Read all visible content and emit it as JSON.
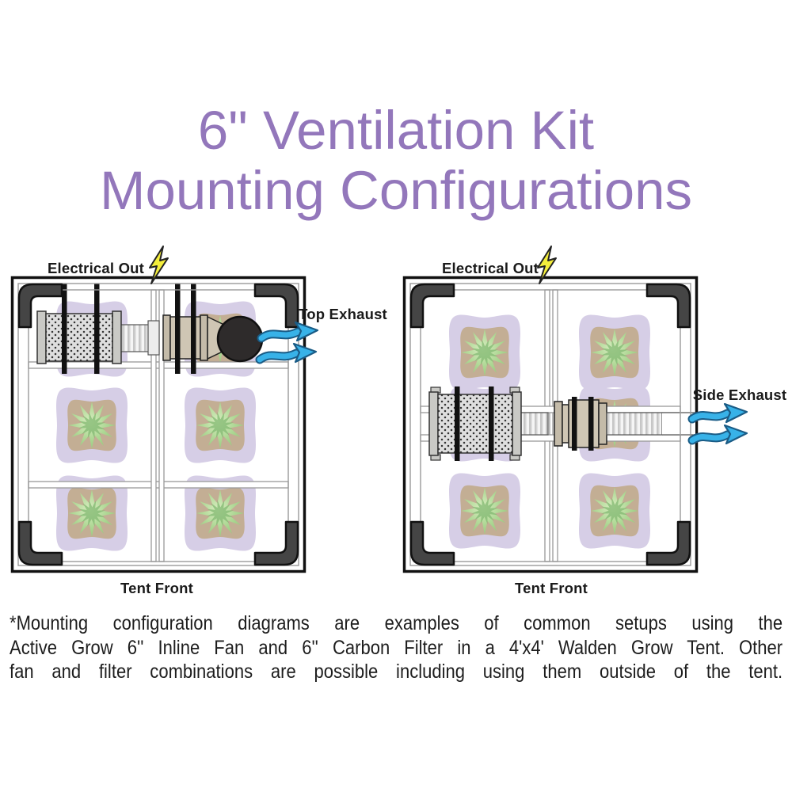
{
  "title": {
    "line1": "6\" Ventilation Kit",
    "line2": "Mounting Configurations",
    "color": "#9377bb"
  },
  "diagrams": [
    {
      "name": "top-exhaust-configuration",
      "electrical_label": "Electrical Out",
      "exhaust_label": "Top Exhaust",
      "front_label": "Tent Front",
      "plants_count": 6,
      "components": [
        "carbon-filter",
        "flex-duct",
        "inline-fan",
        "top-exhaust-port"
      ]
    },
    {
      "name": "side-exhaust-configuration",
      "electrical_label": "Electrical Out",
      "exhaust_label": "Side Exhaust",
      "front_label": "Tent Front",
      "plants_count": 6,
      "components": [
        "carbon-filter",
        "flex-duct",
        "inline-fan",
        "side-exhaust-duct"
      ]
    }
  ],
  "footnote": {
    "lines": [
      "*Mounting configuration diagrams are examples of common setups using the",
      "Active Grow 6'' Inline Fan and 6'' Carbon Filter in a 4'x4' Walden Grow Tent. Other",
      "fan and filter combinations are possible including using them outside of the tent."
    ]
  },
  "icons": {
    "electrical": "lightning-bolt-icon",
    "airflow": "exhaust-arrow-icon"
  },
  "colors": {
    "title_purple": "#9377bb",
    "arrow_fill": "#38b2e8",
    "arrow_outline": "#1a5c86",
    "bolt_fill": "#f4ee3c",
    "pot_fabric": "#cdc2e0",
    "soil": "#b59b7a",
    "leaf": "#7fbf60",
    "fan_body": "#cfc6b4",
    "filter_gray": "#dedede",
    "frame_line": "#999999",
    "corner_bracket": "#454545",
    "strap_black": "#111111",
    "text": "#1d1d1d"
  }
}
